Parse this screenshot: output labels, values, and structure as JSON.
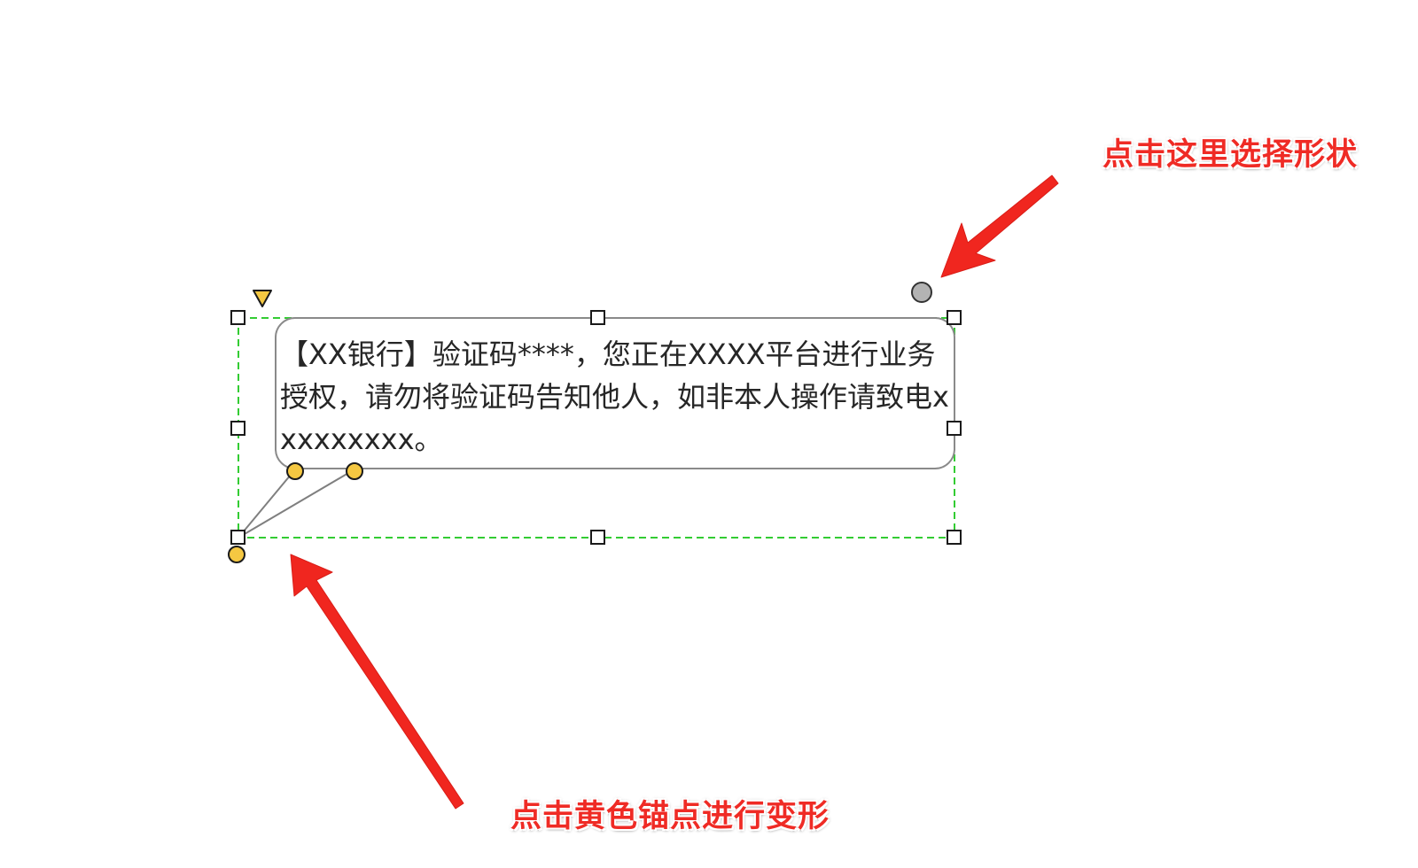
{
  "callout": {
    "text": "【XX银行】验证码****，您正在XXXX平台进行业务授权，请勿将验证码告知他人，如非本人操作请致电xxxxxxxxx。"
  },
  "annotations": {
    "select_shape": "点击这里选择形状",
    "drag_yellow_anchor": "点击黄色锚点进行变形"
  },
  "colors": {
    "selection_border": "#33cc33",
    "anchor_fill": "#f5c842",
    "shape_picker_fill": "#b3b3b3",
    "arrow": "#f0261f",
    "annotation_text": "#ef2b25",
    "callout_border": "#8a8a8a"
  },
  "icons": {
    "shape_picker": "gray-circle-handle",
    "rotation_handle": "yellow-down-triangle",
    "resize_handles": "square-handle",
    "callout_anchors": "yellow-circle-handle"
  }
}
